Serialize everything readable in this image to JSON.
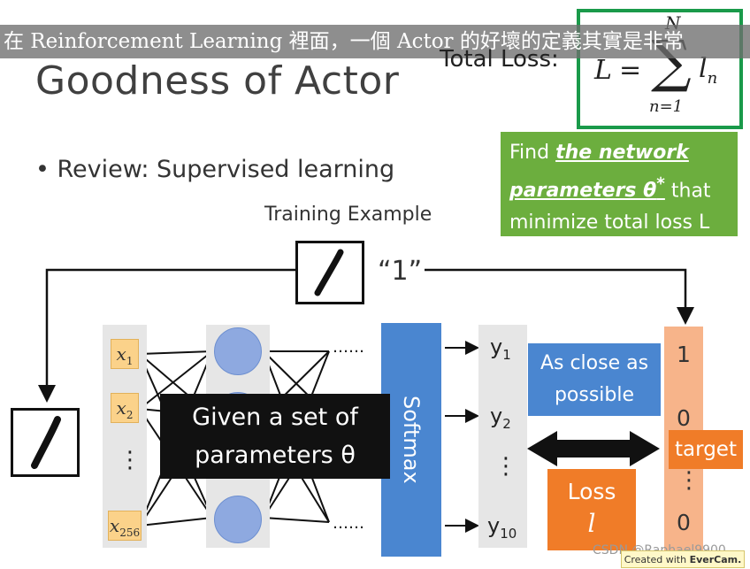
{
  "subtitle": "在 Reinforcement Learning 裡面，一個 Actor 的好壞的定義其實是非常",
  "slide": {
    "title": "Goodness of Actor",
    "total_loss_label": "Total Loss:",
    "formula": {
      "lhs": "L",
      "eq": "=",
      "sigma": "∑",
      "upper": "N",
      "lower": "n=1",
      "term": "l",
      "term_sub": "n"
    },
    "find_box": {
      "pre": "Find ",
      "emph1": "the network",
      "emph2": "parameters θ",
      "star": "*",
      "post1": " that",
      "line3": "minimize total loss L"
    },
    "bullet": "• Review: Supervised learning",
    "training_example": "Training Example",
    "label_quote": "“1”",
    "inputs": {
      "x1": "x",
      "x1_sub": "1",
      "x2": "x",
      "x2_sub": "2",
      "dots": "⋮",
      "x256": "x",
      "x256_sub": "256"
    },
    "dots_h": "……",
    "given_box": {
      "line1": "Given a set of",
      "line2": "parameters θ"
    },
    "softmax": "Softmax",
    "outputs": {
      "y1": "y",
      "y1_sub": "1",
      "y2": "y",
      "y2_sub": "2",
      "dots": "⋮",
      "y10": "y",
      "y10_sub": "10"
    },
    "close_box": {
      "line1": "As close as",
      "line2": "possible"
    },
    "loss_box": {
      "line1": "Loss",
      "line2": "l"
    },
    "targets": {
      "t1": "1",
      "t2": "0",
      "dots": "⋮",
      "t3": "0"
    },
    "target_tag": "target"
  },
  "overlay": {
    "watermark": "CSDN @Raphael9900",
    "evercam_pre": "Created with ",
    "evercam_brand": "EverCam."
  }
}
